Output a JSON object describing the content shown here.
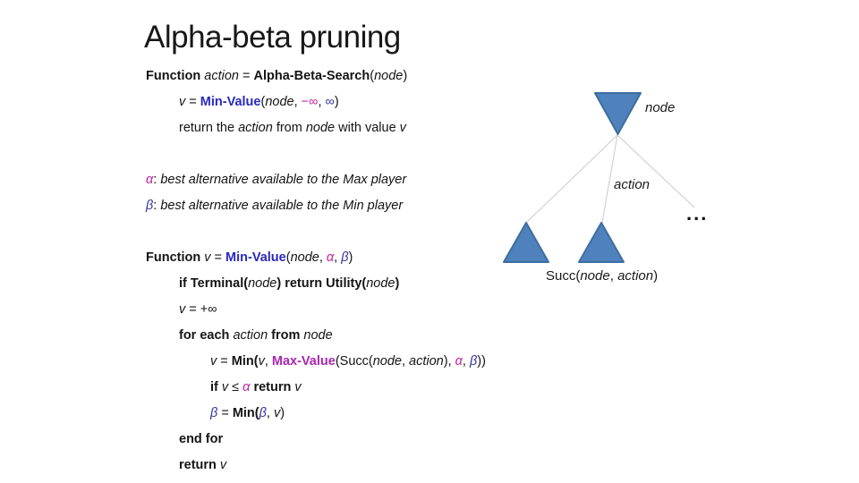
{
  "slide": {
    "title": "Alpha-beta pruning"
  },
  "colors": {
    "kw_blue": "#2929C0",
    "navy": "#31339E",
    "magenta": "#C41E9B",
    "purple": "#A926B0",
    "triangle_fill": "#4F81BD",
    "triangle_stroke": "#3C6E9F",
    "connector": "#CBCBCB"
  },
  "code": {
    "lines": [
      {
        "indent": 0,
        "segments": [
          {
            "t": "Function ",
            "s": "b"
          },
          {
            "t": "action",
            "s": "i"
          },
          {
            "t": " = ",
            "s": ""
          },
          {
            "t": "Alpha-Beta-Search",
            "s": "b"
          },
          {
            "t": "(",
            "s": ""
          },
          {
            "t": "node",
            "s": "i"
          },
          {
            "t": ")",
            "s": ""
          }
        ]
      },
      {
        "indent": 1,
        "segments": [
          {
            "t": "v",
            "s": "i"
          },
          {
            "t": " = ",
            "s": ""
          },
          {
            "t": "Min-Value",
            "s": "b blue"
          },
          {
            "t": "(",
            "s": ""
          },
          {
            "t": "node",
            "s": "i"
          },
          {
            "t": ", ",
            "s": ""
          },
          {
            "t": "−∞",
            "s": "magenta"
          },
          {
            "t": ", ",
            "s": ""
          },
          {
            "t": "∞",
            "s": "navy"
          },
          {
            "t": ")",
            "s": ""
          }
        ]
      },
      {
        "indent": 1,
        "segments": [
          {
            "t": "return the ",
            "s": ""
          },
          {
            "t": "action",
            "s": "i"
          },
          {
            "t": " from ",
            "s": ""
          },
          {
            "t": "node",
            "s": "i"
          },
          {
            "t": " with value ",
            "s": ""
          },
          {
            "t": "v",
            "s": "i"
          }
        ]
      },
      {
        "indent": 0,
        "segments": []
      },
      {
        "indent": 0,
        "segments": [
          {
            "t": "α",
            "s": "i magenta"
          },
          {
            "t": ": ",
            "s": ""
          },
          {
            "t": "best alternative available to the Max player",
            "s": "i"
          }
        ]
      },
      {
        "indent": 0,
        "segments": [
          {
            "t": "β",
            "s": "i navy"
          },
          {
            "t": ": ",
            "s": ""
          },
          {
            "t": "best alternative available to the Min player",
            "s": "i"
          }
        ]
      },
      {
        "indent": 0,
        "segments": []
      },
      {
        "indent": 0,
        "segments": [
          {
            "t": "Function ",
            "s": "b"
          },
          {
            "t": "v",
            "s": "i"
          },
          {
            "t": " = ",
            "s": ""
          },
          {
            "t": "Min-Value",
            "s": "b blue"
          },
          {
            "t": "(",
            "s": ""
          },
          {
            "t": "node",
            "s": "i"
          },
          {
            "t": ", ",
            "s": ""
          },
          {
            "t": "α",
            "s": "i magenta"
          },
          {
            "t": ", ",
            "s": ""
          },
          {
            "t": "β",
            "s": "i navy"
          },
          {
            "t": ")",
            "s": ""
          }
        ]
      },
      {
        "indent": 1,
        "segments": [
          {
            "t": "if Terminal(",
            "s": "b"
          },
          {
            "t": "node",
            "s": "i"
          },
          {
            "t": ") ",
            "s": "b"
          },
          {
            "t": "return Utility(",
            "s": "b"
          },
          {
            "t": "node",
            "s": "i"
          },
          {
            "t": ")",
            "s": "b"
          }
        ]
      },
      {
        "indent": 1,
        "segments": [
          {
            "t": "v",
            "s": "i"
          },
          {
            "t": " = +∞",
            "s": ""
          }
        ]
      },
      {
        "indent": 1,
        "segments": [
          {
            "t": "for each ",
            "s": "b"
          },
          {
            "t": "action",
            "s": "i"
          },
          {
            "t": " from ",
            "s": "b"
          },
          {
            "t": "node",
            "s": "i"
          }
        ]
      },
      {
        "indent": 2,
        "segments": [
          {
            "t": "v",
            "s": "i"
          },
          {
            "t": " = ",
            "s": ""
          },
          {
            "t": "Min(",
            "s": "b"
          },
          {
            "t": "v",
            "s": "i"
          },
          {
            "t": ", ",
            "s": ""
          },
          {
            "t": "Max-Value",
            "s": "b purple"
          },
          {
            "t": "(Succ(",
            "s": ""
          },
          {
            "t": "node",
            "s": "i"
          },
          {
            "t": ", ",
            "s": ""
          },
          {
            "t": "action",
            "s": "i"
          },
          {
            "t": "), ",
            "s": ""
          },
          {
            "t": "α",
            "s": "i magenta"
          },
          {
            "t": ", ",
            "s": ""
          },
          {
            "t": "β",
            "s": "i navy"
          },
          {
            "t": "))",
            "s": ""
          }
        ]
      },
      {
        "indent": 2,
        "segments": [
          {
            "t": "if ",
            "s": "b"
          },
          {
            "t": "v",
            "s": "i"
          },
          {
            "t": " ≤ ",
            "s": ""
          },
          {
            "t": "α",
            "s": "i magenta"
          },
          {
            "t": " ",
            "s": ""
          },
          {
            "t": "return ",
            "s": "b"
          },
          {
            "t": "v",
            "s": "i"
          }
        ]
      },
      {
        "indent": 2,
        "segments": [
          {
            "t": "β",
            "s": "i navy"
          },
          {
            "t": " = ",
            "s": ""
          },
          {
            "t": "Min(",
            "s": "b"
          },
          {
            "t": "β",
            "s": "i navy"
          },
          {
            "t": ", ",
            "s": ""
          },
          {
            "t": "v",
            "s": "i"
          },
          {
            "t": ")",
            "s": ""
          }
        ]
      },
      {
        "indent": 1,
        "segments": [
          {
            "t": "end for",
            "s": "b"
          }
        ]
      },
      {
        "indent": 1,
        "segments": [
          {
            "t": "return ",
            "s": "b"
          },
          {
            "t": "v",
            "s": "i"
          }
        ]
      }
    ]
  },
  "diagram": {
    "node_label": "node",
    "action_label": "action",
    "ellipsis": "...",
    "succ_segments": [
      {
        "t": "Succ(",
        "s": ""
      },
      {
        "t": "node",
        "s": "i"
      },
      {
        "t": ", ",
        "s": ""
      },
      {
        "t": "action",
        "s": "i"
      },
      {
        "t": ")",
        "s": ""
      }
    ]
  }
}
